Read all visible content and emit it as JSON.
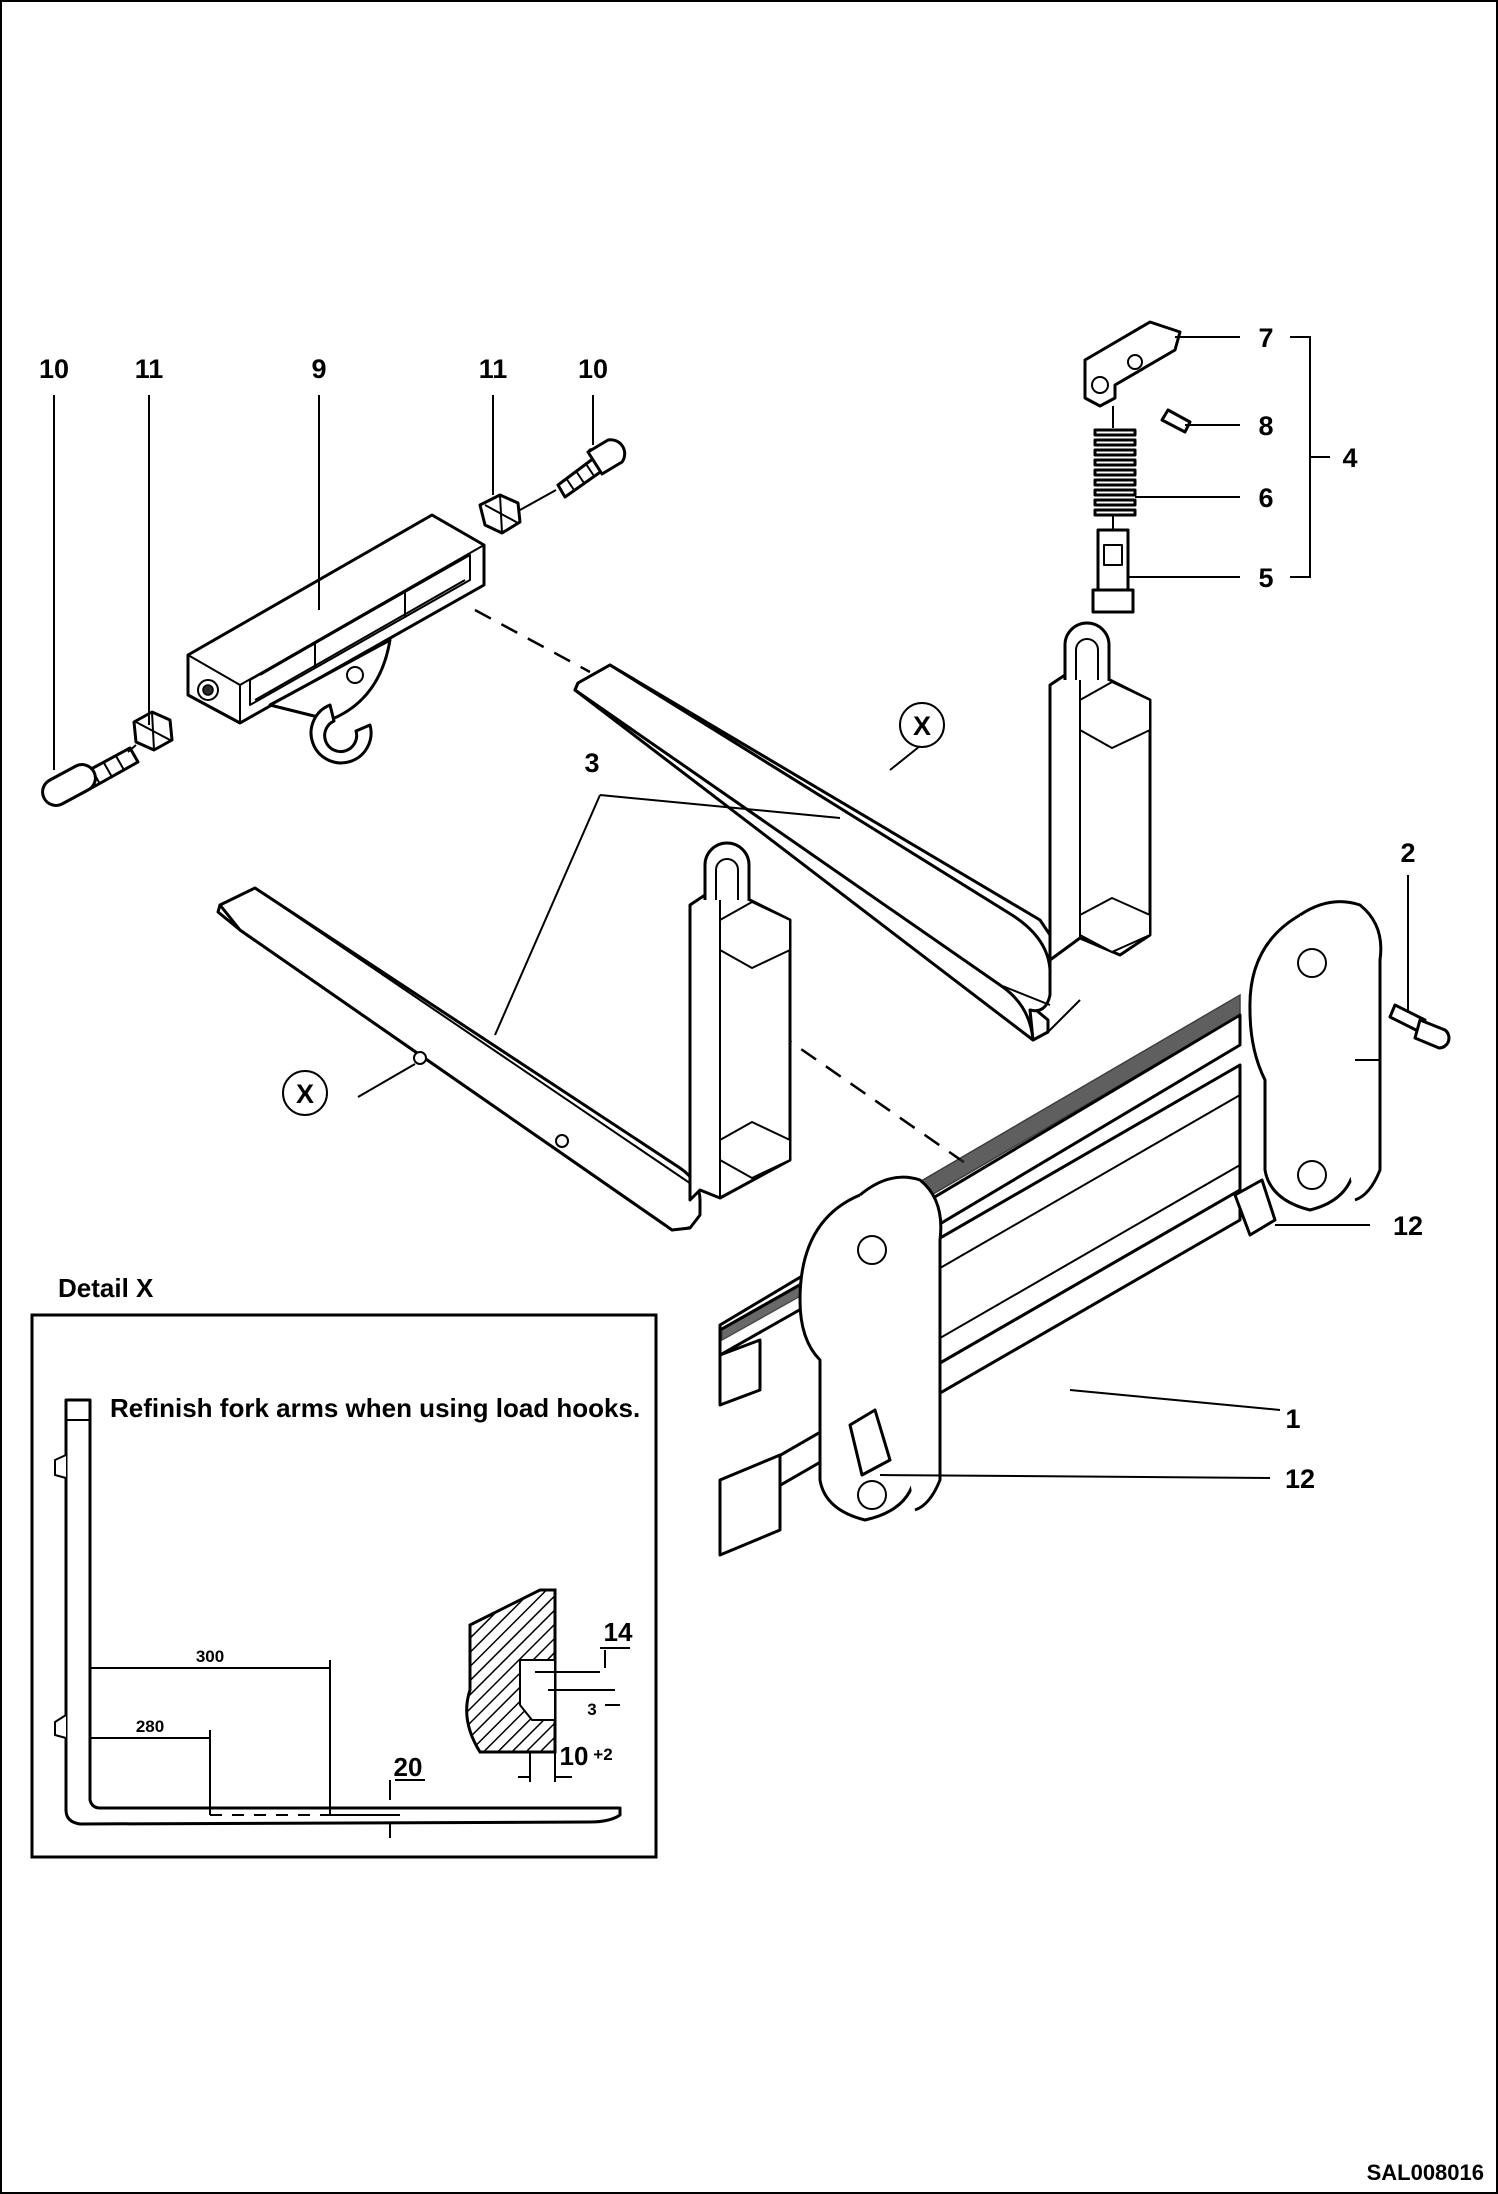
{
  "callouts": {
    "c1": "1",
    "c2": "2",
    "c3": "3",
    "c4": "4",
    "c5": "5",
    "c6": "6",
    "c7": "7",
    "c8": "8",
    "c9": "9",
    "c10a": "10",
    "c10b": "10",
    "c11a": "11",
    "c11b": "11",
    "c12a": "12",
    "c12b": "12"
  },
  "detail_marker": "X",
  "detail": {
    "title": "Detail X",
    "note": "Refinish fork arms when using load hooks.",
    "dim_a": "300",
    "dim_b": "280",
    "dim_thickness": "20",
    "dim_callout": "14",
    "dim_width": "10",
    "dim_width_tol": "+2",
    "dim_small": "3"
  },
  "drawing_id": "SAL008016"
}
